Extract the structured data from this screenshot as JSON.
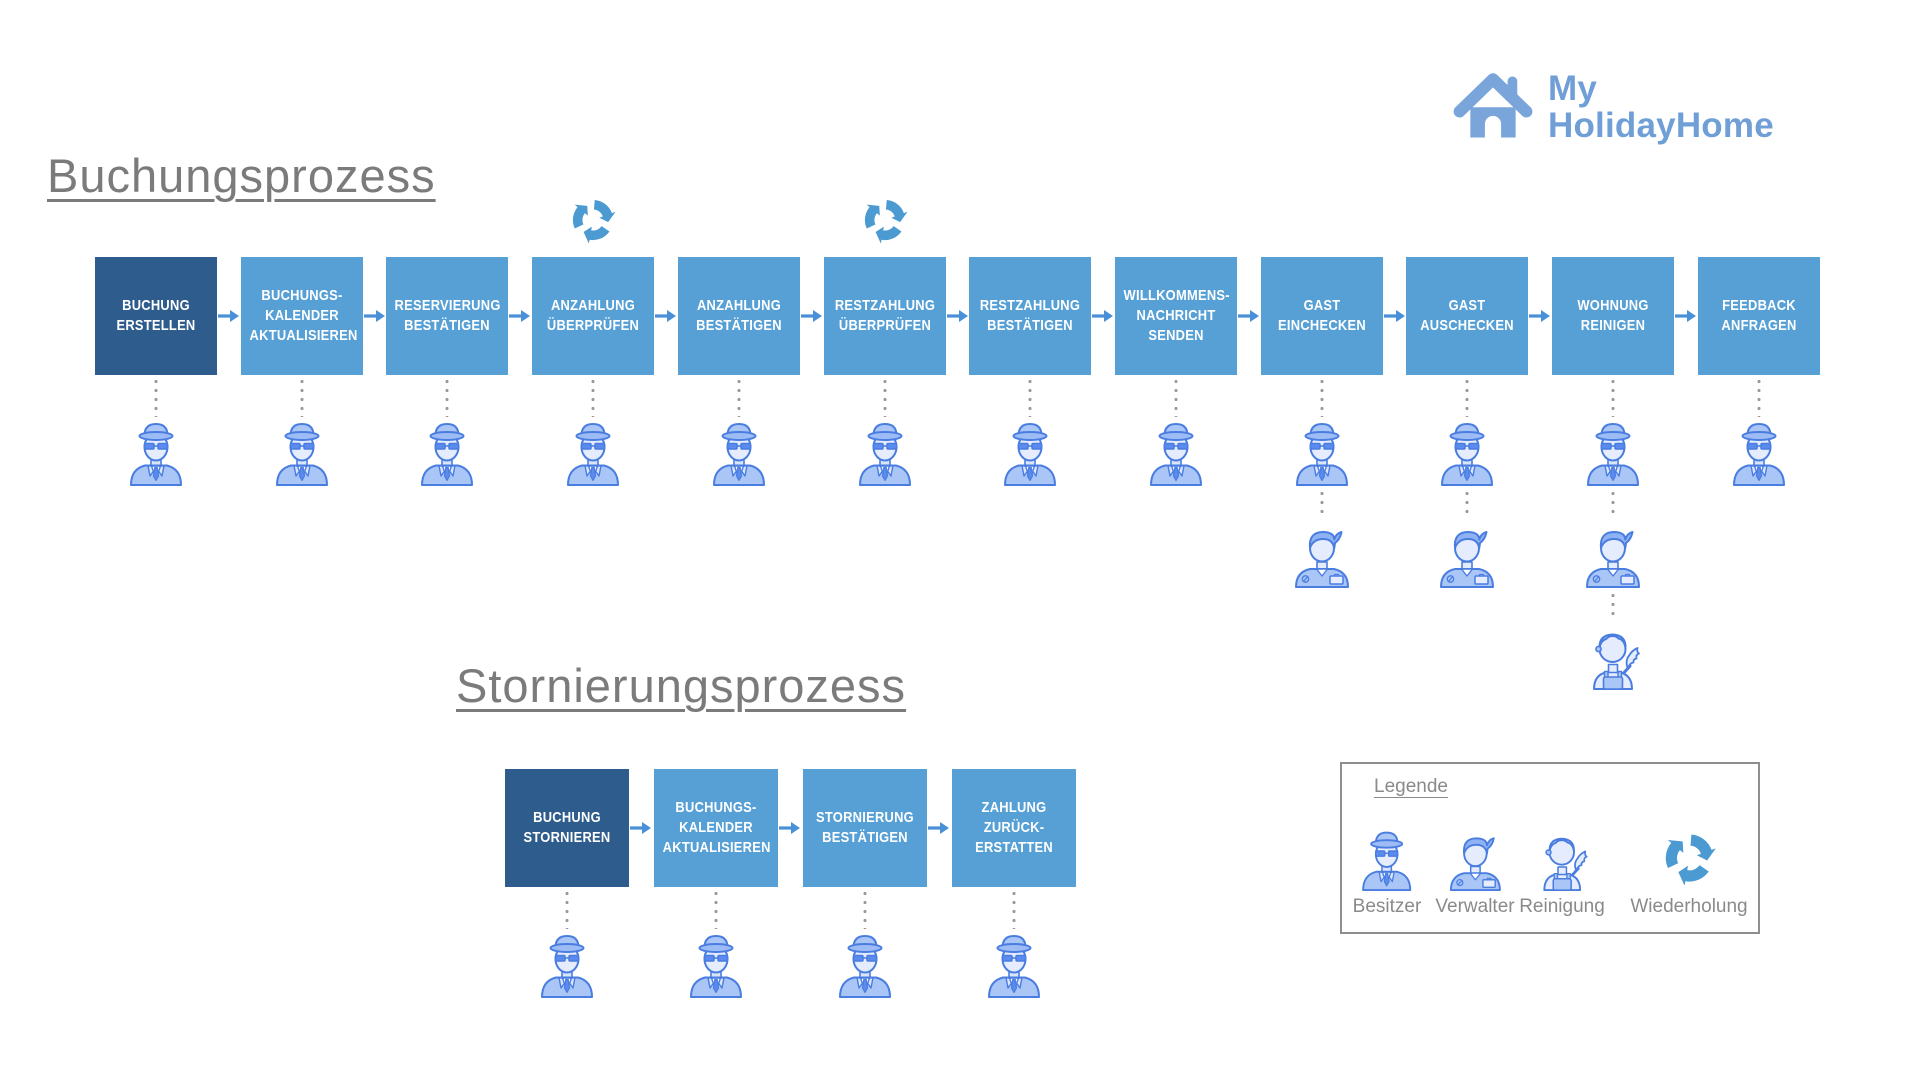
{
  "logo": {
    "name_line1": "My",
    "name_line2": "HolidayHome"
  },
  "booking_process": {
    "title": "Buchungsprozess",
    "steps": [
      {
        "label": "BUCHUNG\nERSTELLEN",
        "highlighted": true,
        "repeat": false,
        "actors": [
          "besitzer"
        ]
      },
      {
        "label": "BUCHUNGS-\nKALENDER\nAKTUALISIEREN",
        "highlighted": false,
        "repeat": false,
        "actors": [
          "besitzer"
        ]
      },
      {
        "label": "RESERVIERUNG\nBESTÄTIGEN",
        "highlighted": false,
        "repeat": false,
        "actors": [
          "besitzer"
        ]
      },
      {
        "label": "ANZAHLUNG\nÜBERPRÜFEN",
        "highlighted": false,
        "repeat": true,
        "actors": [
          "besitzer"
        ]
      },
      {
        "label": "ANZAHLUNG\nBESTÄTIGEN",
        "highlighted": false,
        "repeat": false,
        "actors": [
          "besitzer"
        ]
      },
      {
        "label": "RESTZAHLUNG\nÜBERPRÜFEN",
        "highlighted": false,
        "repeat": true,
        "actors": [
          "besitzer"
        ]
      },
      {
        "label": "RESTZAHLUNG\nBESTÄTIGEN",
        "highlighted": false,
        "repeat": false,
        "actors": [
          "besitzer"
        ]
      },
      {
        "label": "WILLKOMMENS-\nNACHRICHT\nSENDEN",
        "highlighted": false,
        "repeat": false,
        "actors": [
          "besitzer"
        ]
      },
      {
        "label": "GAST\nEINCHECKEN",
        "highlighted": false,
        "repeat": false,
        "actors": [
          "besitzer",
          "verwalter"
        ]
      },
      {
        "label": "GAST\nAUSCHECKEN",
        "highlighted": false,
        "repeat": false,
        "actors": [
          "besitzer",
          "verwalter"
        ]
      },
      {
        "label": "WOHNUNG\nREINIGEN",
        "highlighted": false,
        "repeat": false,
        "actors": [
          "besitzer",
          "verwalter",
          "reinigung"
        ]
      },
      {
        "label": "FEEDBACK\nANFRAGEN",
        "highlighted": false,
        "repeat": false,
        "actors": [
          "besitzer"
        ]
      }
    ]
  },
  "cancellation_process": {
    "title": "Stornierungsprozess",
    "steps": [
      {
        "label": "BUCHUNG\nSTORNIEREN",
        "highlighted": true,
        "repeat": false,
        "actors": [
          "besitzer"
        ]
      },
      {
        "label": "BUCHUNGS-\nKALENDER\nAKTUALISIEREN",
        "highlighted": false,
        "repeat": false,
        "actors": [
          "besitzer"
        ]
      },
      {
        "label": "STORNIERUNG\nBESTÄTIGEN",
        "highlighted": false,
        "repeat": false,
        "actors": [
          "besitzer"
        ]
      },
      {
        "label": "ZAHLUNG\nZURÜCK-\nERSTATTEN",
        "highlighted": false,
        "repeat": false,
        "actors": [
          "besitzer"
        ]
      }
    ]
  },
  "legend": {
    "title": "Legende",
    "items": [
      {
        "icon": "besitzer-icon",
        "label": "Besitzer"
      },
      {
        "icon": "verwalter-icon",
        "label": "Verwalter"
      },
      {
        "icon": "reinigung-icon",
        "label": "Reinigung"
      },
      {
        "icon": "wiederholung-icon",
        "label": "Wiederholung"
      }
    ]
  },
  "colors": {
    "step_default": "#57a0d6",
    "step_highlight": "#2e5d8d",
    "arrow": "#4a90d8",
    "repeat_icon": "#4c9ad2",
    "title_text": "#7b7b7b",
    "logo_blue": "#79a5da"
  }
}
